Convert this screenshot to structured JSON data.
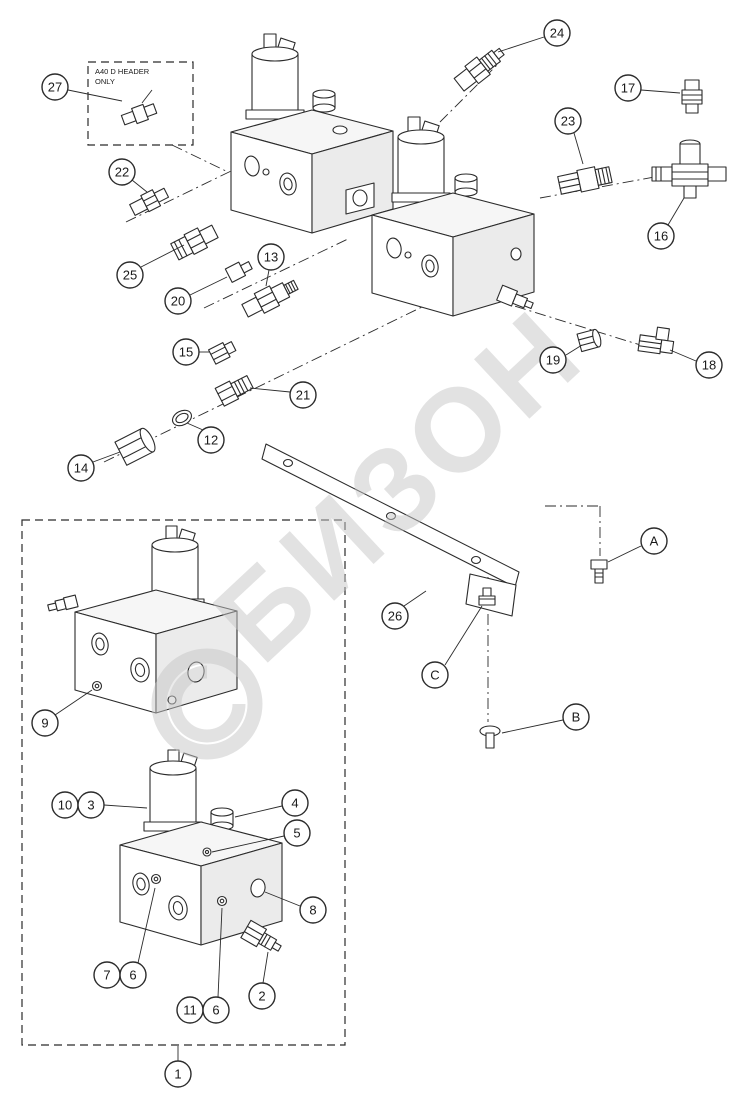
{
  "diagram": {
    "background": "#ffffff",
    "line_color": "#2b2b2b",
    "note_box": {
      "line1": "A40 D HEADER",
      "line2": "ONLY"
    },
    "watermark": {
      "text": "БИЗОН",
      "color": "#c6c6c6"
    }
  },
  "callouts": {
    "c1": "1",
    "c2": "2",
    "c3": "3",
    "c4": "4",
    "c5": "5",
    "c6a": "6",
    "c6b": "6",
    "c7": "7",
    "c8": "8",
    "c9": "9",
    "c10": "10",
    "c11": "11",
    "c12": "12",
    "c13": "13",
    "c14": "14",
    "c15": "15",
    "c16": "16",
    "c17": "17",
    "c18": "18",
    "c19": "19",
    "c20": "20",
    "c21": "21",
    "c22": "22",
    "c23": "23",
    "c24": "24",
    "c25": "25",
    "c26": "26",
    "c27": "27",
    "cA": "A",
    "cB": "B",
    "cC": "C"
  }
}
